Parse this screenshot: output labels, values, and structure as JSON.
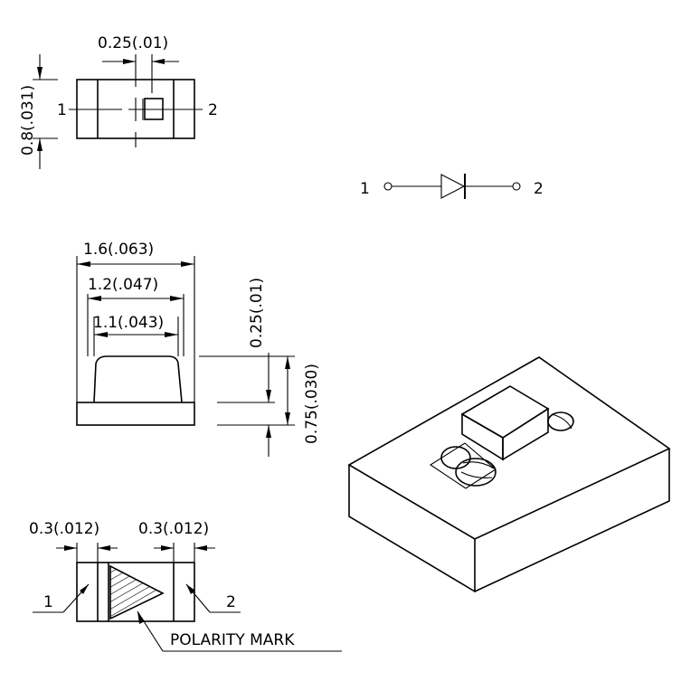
{
  "top_view": {
    "dim_gap": "0.25(.01)",
    "dim_height": "0.8(.031)",
    "pin1": "1",
    "pin2": "2"
  },
  "symbol": {
    "pin1": "1",
    "pin2": "2"
  },
  "side_view": {
    "dim_total_width": "1.6(.063)",
    "dim_mid_width": "1.2(.047)",
    "dim_top_width": "1.1(.043)",
    "dim_base_height": "0.25(.01)",
    "dim_total_height": "0.75(.030)"
  },
  "bottom_view": {
    "dim_left_pad": "0.3(.012)",
    "dim_right_pad": "0.3(.012)",
    "pin1": "1",
    "pin2": "2",
    "polarity_label": "POLARITY MARK"
  }
}
